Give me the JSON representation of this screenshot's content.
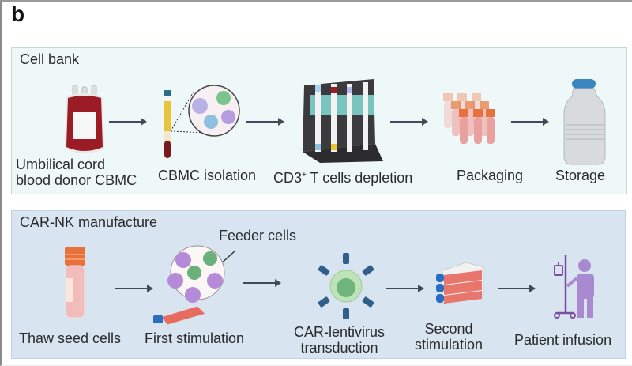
{
  "figure": {
    "panel_letter": "b"
  },
  "cell_bank": {
    "title": "Cell bank",
    "steps": [
      {
        "id": "cord-blood",
        "label_line1": "Umbilical cord",
        "label_line2": "blood donor CBMC",
        "icon": "blood-bag-icon"
      },
      {
        "id": "cbmc-isolation",
        "label": "CBMC isolation",
        "icon": "centrifuge-tube-icon"
      },
      {
        "id": "cd3-depletion",
        "label_pre": "CD3",
        "label_sup": "+",
        "label_post": " T cells depletion",
        "icon": "magnetic-separator-icon"
      },
      {
        "id": "packaging",
        "label": "Packaging",
        "icon": "cryovials-icon"
      },
      {
        "id": "storage",
        "label": "Storage",
        "icon": "dewar-flask-icon"
      }
    ]
  },
  "car_nk": {
    "title": "CAR-NK manufacture",
    "feeder_label": "Feeder cells",
    "steps": [
      {
        "id": "thaw",
        "label": "Thaw seed cells",
        "icon": "cryovial-icon"
      },
      {
        "id": "first-stim",
        "label": "First stimulation",
        "icon": "culture-flask-icon"
      },
      {
        "id": "transduction",
        "label_line1": "CAR-lentivirus",
        "label_line2": "transduction",
        "icon": "car-nk-cell-icon"
      },
      {
        "id": "second-stim",
        "label_line1": "Second",
        "label_line2": "stimulation",
        "icon": "multilayer-flask-icon"
      },
      {
        "id": "infusion",
        "label": "Patient infusion",
        "icon": "patient-iv-icon"
      }
    ]
  },
  "colors": {
    "bank_bg": "#eef8f8",
    "car_bg": "#d8e5f1",
    "arrow": "#3f4a5a",
    "blood": "#9b1c24",
    "orange": "#e8703a",
    "purple": "#8b5fb0",
    "cell_green": "#7cc48e",
    "receptor_blue": "#2f5f8a"
  }
}
